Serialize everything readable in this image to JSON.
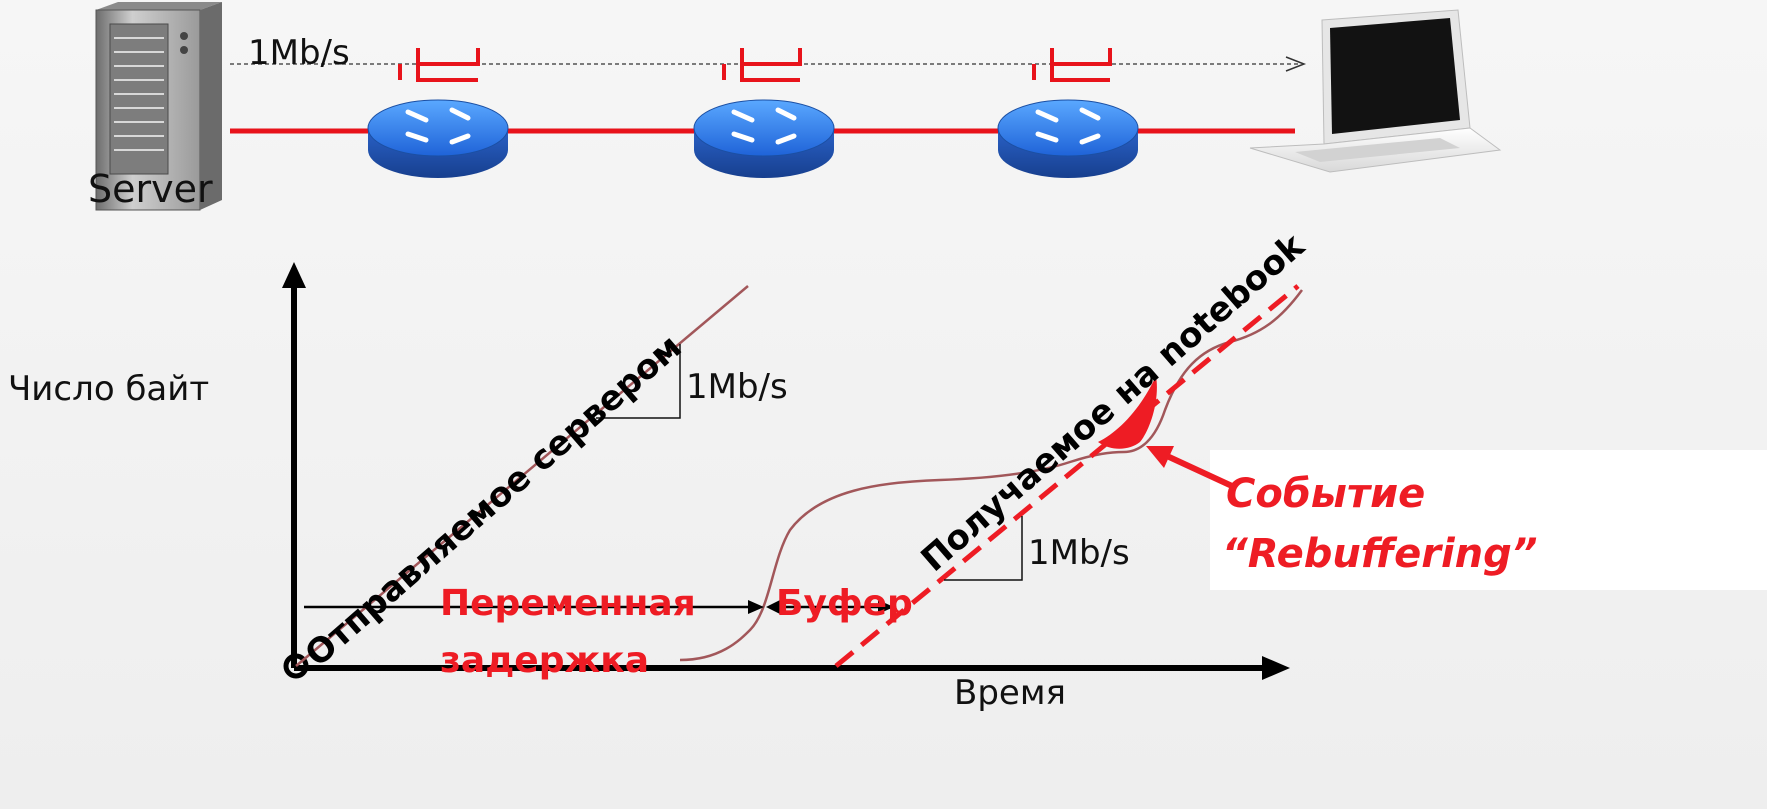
{
  "network": {
    "server_label": "Server",
    "rate_label": "1Mb/s"
  },
  "graph": {
    "y_label": "Число байт",
    "x_label": "Время",
    "sent_label": "Отправляемое сервером",
    "received_label": "Получаемое на notebook",
    "slope_label_sent": "1Mb/s",
    "slope_label_received": "1Mb/s",
    "variable_delay_line1": "Переменная",
    "variable_delay_line2": "задержка",
    "buffer_label": "Буфер",
    "event_line1": "Событие",
    "event_line2": "“Rebuffering”"
  },
  "colors": {
    "link": "#e8131b",
    "router": "#2f7fe0",
    "router_dark": "#1d4fa8",
    "curve": "#a2575a",
    "accent_text": "#ee1c24"
  }
}
